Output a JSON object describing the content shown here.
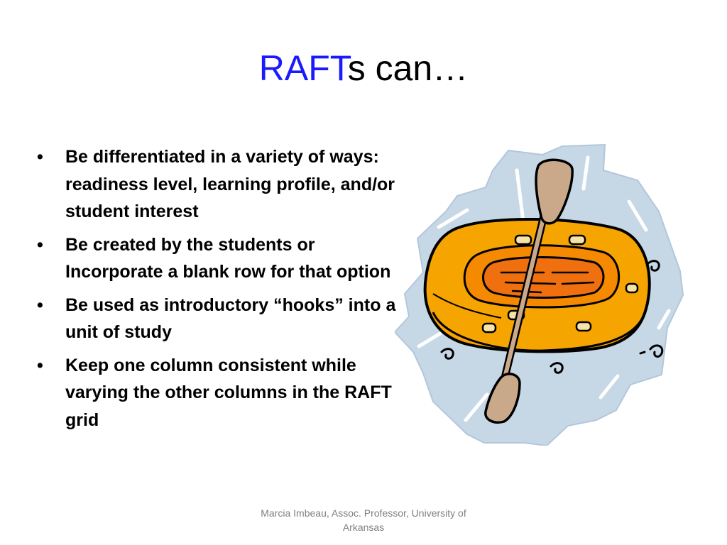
{
  "slide": {
    "title_accent": "RAFT",
    "title_rest": "s can…",
    "bullet_glyph": "•",
    "bullets": [
      {
        "text": "Be differentiated in a variety of ways: readiness level, learning profile, and/or student interest"
      },
      {
        "text": "Be created by the students or Incorporate a blank row for that option"
      },
      {
        "text": "Be used as introductory “hooks” into a unit of study"
      },
      {
        "text": "Keep one column consistent while varying the other columns in the RAFT grid"
      }
    ],
    "footer": "Marcia Imbeau, Assoc. Professor, University of Arkansas",
    "illustration": "raft-with-paddle-illustration",
    "colors": {
      "title_accent": "#1a1aff",
      "raft_body": "#f5a400",
      "raft_inner": "#f07010",
      "paddle": "#c9a98a",
      "water": "#c6d7e6"
    }
  }
}
